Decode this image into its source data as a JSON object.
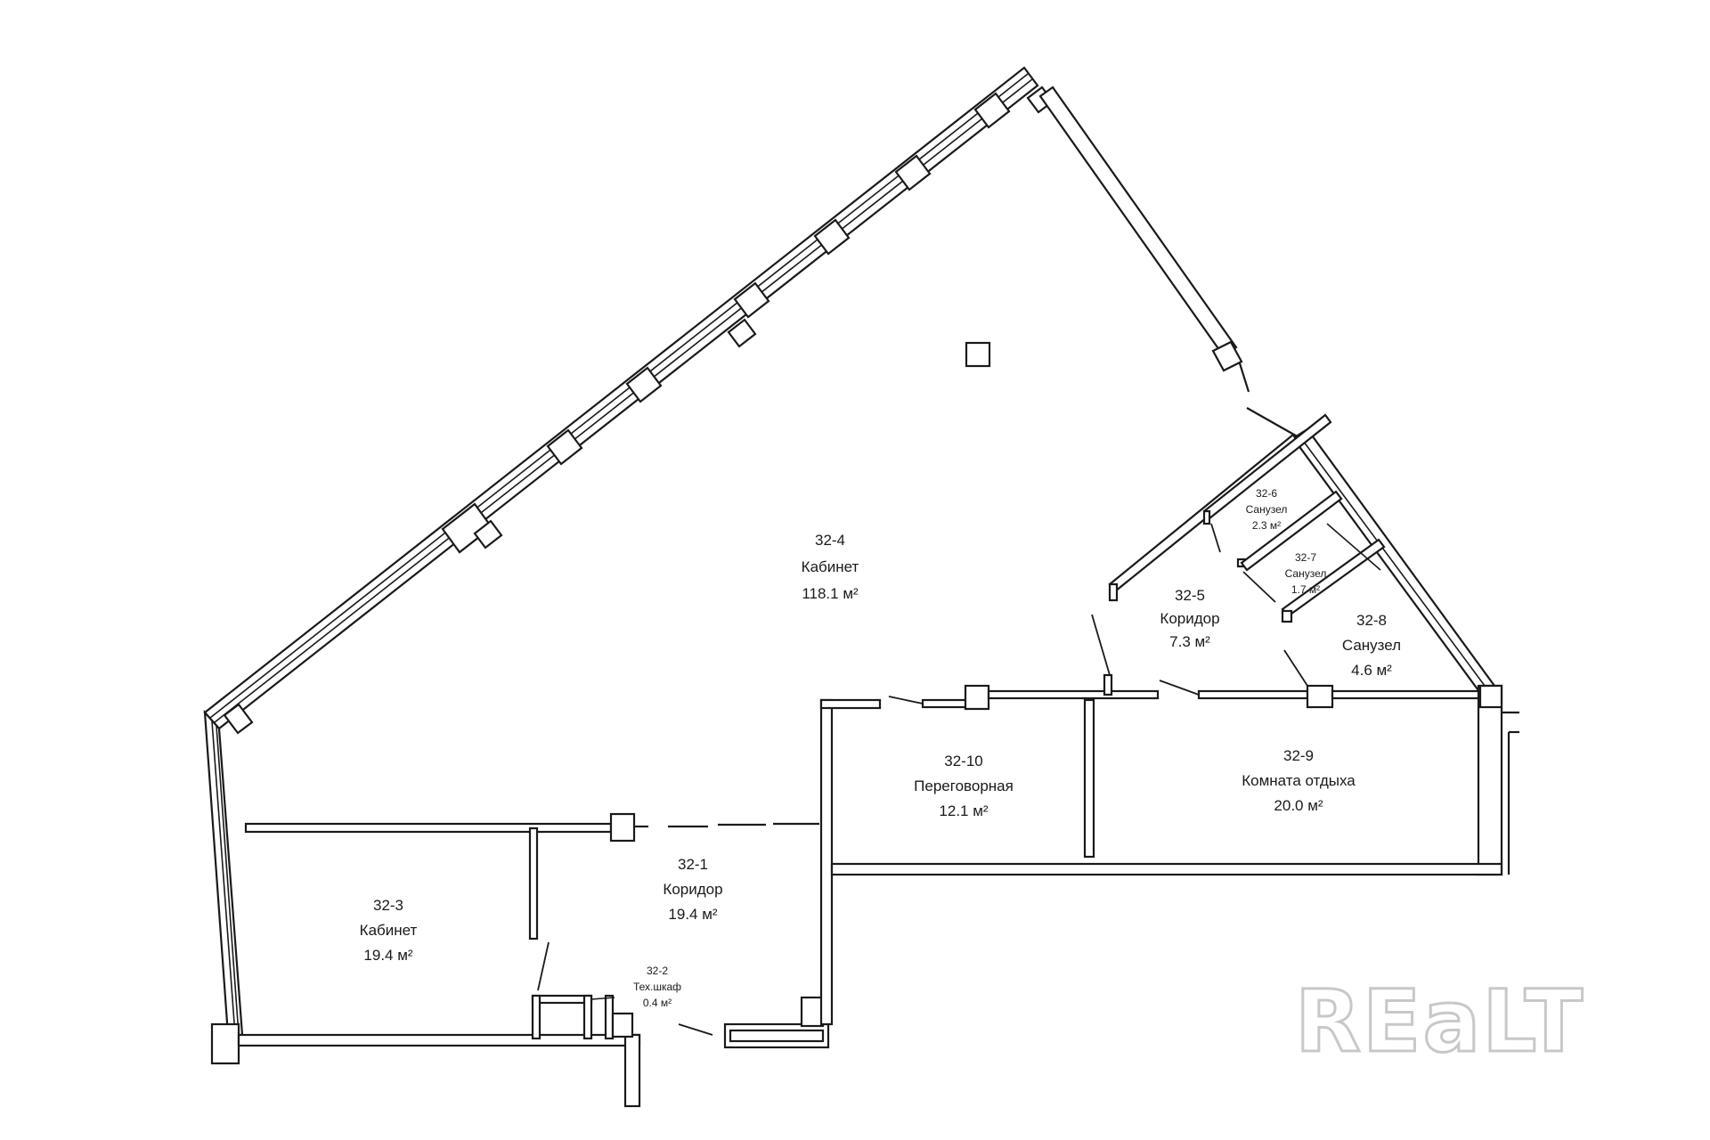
{
  "rooms": [
    {
      "id": "32-4",
      "name": "Кабинет",
      "area": "118.1 м²"
    },
    {
      "id": "32-1",
      "name": "Коридор",
      "area": "19.4 м²"
    },
    {
      "id": "32-3",
      "name": "Кабинет",
      "area": "19.4 м²"
    },
    {
      "id": "32-2",
      "name": "Тех.шкаф",
      "area": "0.4 м²"
    },
    {
      "id": "32-10",
      "name": "Переговорная",
      "area": "12.1 м²"
    },
    {
      "id": "32-9",
      "name": "Комната отдыха",
      "area": "20.0 м²"
    },
    {
      "id": "32-5",
      "name": "Коридор",
      "area": "7.3 м²"
    },
    {
      "id": "32-6",
      "name": "Санузел",
      "area": "2.3 м²"
    },
    {
      "id": "32-7",
      "name": "Санузел",
      "area": "1.7 м²"
    },
    {
      "id": "32-8",
      "name": "Санузел",
      "area": "4.6 м²"
    }
  ],
  "watermark": "REaLT",
  "colors": {
    "line": "#1a1a1a",
    "background": "#ffffff",
    "watermark": "#c8c8c8"
  }
}
